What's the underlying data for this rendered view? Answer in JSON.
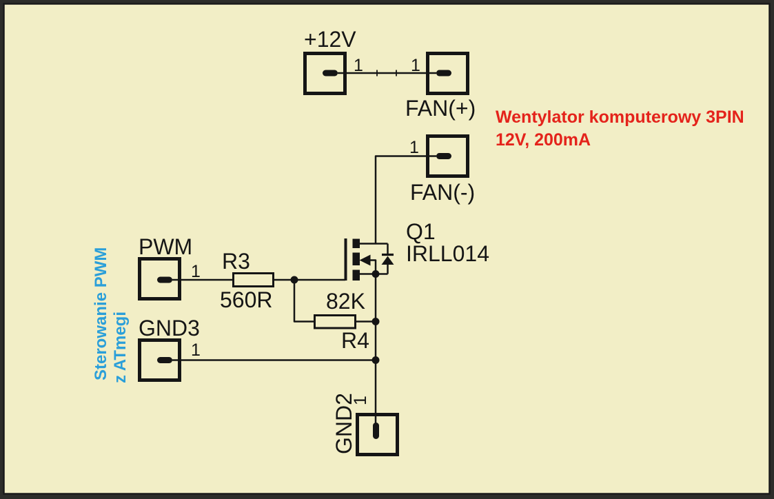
{
  "schematic": {
    "colors": {
      "background": "#f2eec6",
      "border": "#2d2d2a",
      "ink": "#151515",
      "note_red": "#e4231b",
      "note_blue": "#2b9fd9"
    },
    "connectors": {
      "plus12v": {
        "label": "+12V",
        "pin": "1"
      },
      "fan_plus": {
        "label": "FAN(+)",
        "pin": "1"
      },
      "fan_minus": {
        "label": "FAN(-)",
        "pin": "1"
      },
      "pwm": {
        "label": "PWM",
        "pin": "1"
      },
      "gnd3": {
        "label": "GND3",
        "pin": "1"
      },
      "gnd2": {
        "label": "GND2",
        "pin": "1"
      }
    },
    "components": {
      "q1": {
        "designator": "Q1",
        "part": "IRLL014"
      },
      "r3": {
        "designator": "R3",
        "value": "560R"
      },
      "r4": {
        "designator": "R4",
        "value": "82K"
      }
    },
    "notes": {
      "fan": {
        "line1": "Wentylator komputerowy 3PIN",
        "line2": "12V, 200mA",
        "color": "#e4231b"
      },
      "control": {
        "line1": "Sterowanie PWM",
        "line2": "z ATmegi",
        "color": "#2b9fd9"
      }
    }
  }
}
